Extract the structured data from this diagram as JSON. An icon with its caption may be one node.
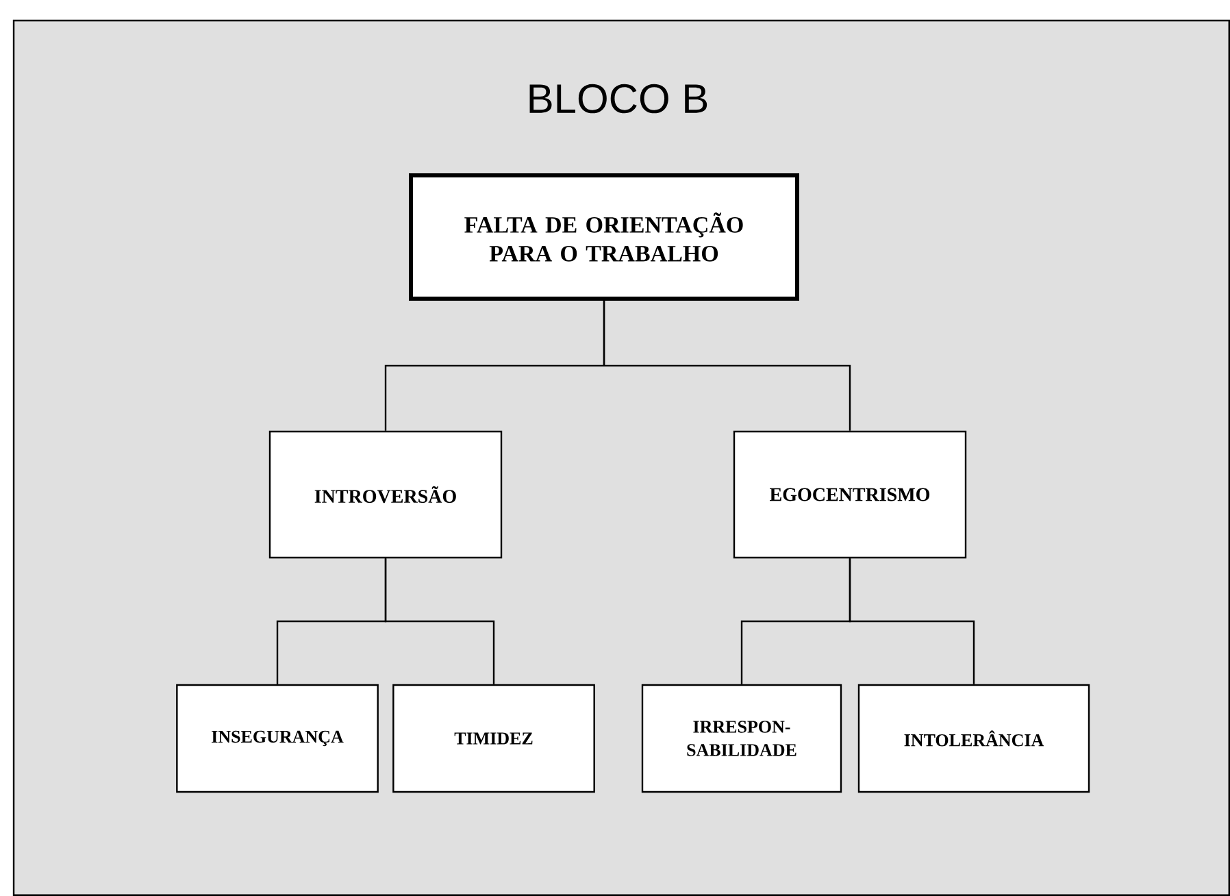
{
  "diagram": {
    "title": "BLOCO B",
    "nodes": [
      {
        "text": [
          "FALTA DE ORIENTAÇÃO PARA O TRABALHO"
        ]
      },
      {
        "text": [
          "INTROVERSÃO"
        ]
      },
      {
        "text": [
          "EGOCENTRISMO"
        ]
      },
      {
        "text": [
          "INSEGURANÇA"
        ]
      },
      {
        "text": [
          "TIMIDEZ"
        ]
      },
      {
        "text": [
          "IRRESPON- SABILIDADE"
        ]
      },
      {
        "text": [
          "INTOLERÂNCIA"
        ]
      }
    ],
    "edges": [
      {
        "from": 0,
        "to": 1,
        "arrow": "none"
      },
      {
        "from": 0,
        "to": 2,
        "arrow": "none"
      },
      {
        "from": 1,
        "to": 3,
        "arrow": "none"
      },
      {
        "from": 1,
        "to": 4,
        "arrow": "none"
      },
      {
        "from": 2,
        "to": 5,
        "arrow": "none"
      },
      {
        "from": 2,
        "to": 6,
        "arrow": "none"
      }
    ]
  }
}
